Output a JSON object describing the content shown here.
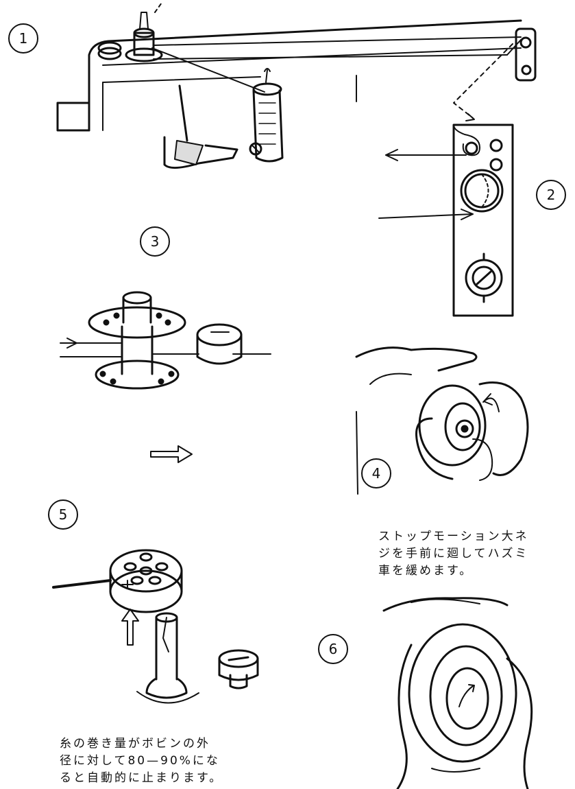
{
  "steps": {
    "s1": "1",
    "s2": "2",
    "s3": "3",
    "s4": "4",
    "s5": "5",
    "s6": "6"
  },
  "captions": {
    "step4": [
      "ストップモーション大ネ",
      "ジを手前に廻してハズミ",
      "車を緩めます。"
    ],
    "step5": [
      "糸の巻き量がボビンの外",
      "径に対して80—90%にな",
      "ると自動的に止まります。"
    ]
  }
}
